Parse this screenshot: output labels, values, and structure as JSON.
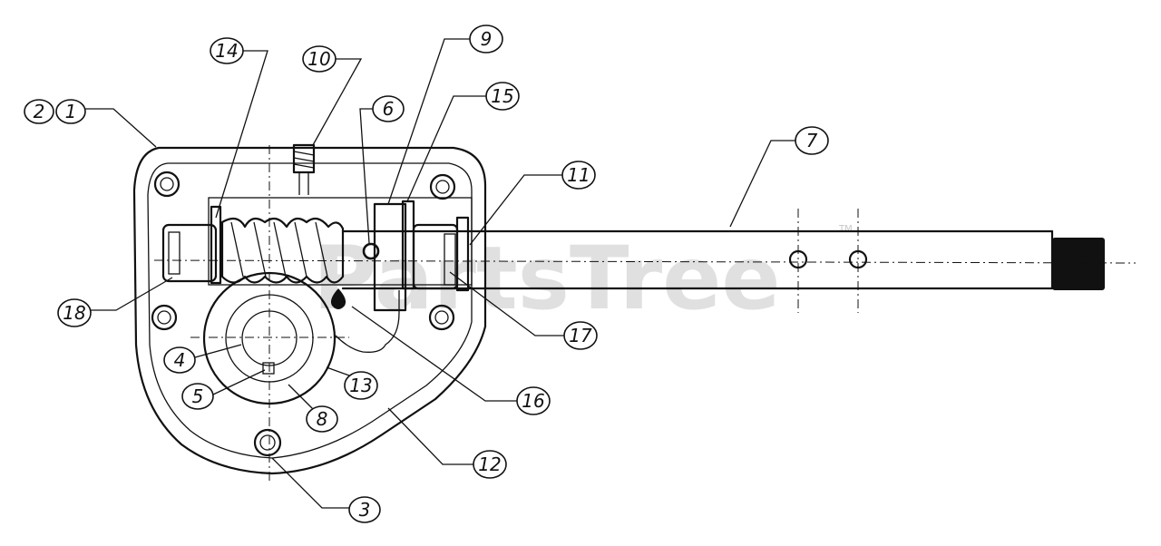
{
  "watermark": {
    "text": "PartsTree",
    "trademark": "TM"
  },
  "callouts": [
    {
      "id": "c1",
      "label": "1"
    },
    {
      "id": "c2",
      "label": "2"
    },
    {
      "id": "c3",
      "label": "3"
    },
    {
      "id": "c4",
      "label": "4"
    },
    {
      "id": "c5",
      "label": "5"
    },
    {
      "id": "c6",
      "label": "6"
    },
    {
      "id": "c7",
      "label": "7"
    },
    {
      "id": "c8",
      "label": "8"
    },
    {
      "id": "c9",
      "label": "9"
    },
    {
      "id": "c10",
      "label": "10"
    },
    {
      "id": "c11",
      "label": "11"
    },
    {
      "id": "c12",
      "label": "12"
    },
    {
      "id": "c13",
      "label": "13"
    },
    {
      "id": "c14",
      "label": "14"
    },
    {
      "id": "c15",
      "label": "15"
    },
    {
      "id": "c16",
      "label": "16"
    },
    {
      "id": "c17",
      "label": "17"
    },
    {
      "id": "c18",
      "label": "18"
    }
  ]
}
